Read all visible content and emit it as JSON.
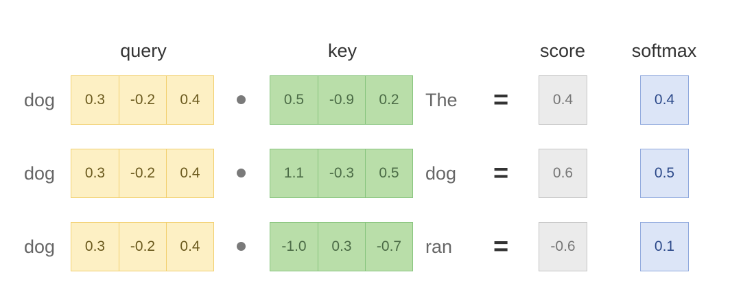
{
  "headers": {
    "query": "query",
    "key": "key",
    "score": "score",
    "softmax": "softmax"
  },
  "operators": {
    "dot": "•",
    "equals": "="
  },
  "colors": {
    "query_fill": "#fdf0c4",
    "query_border": "#f2cf6d",
    "key_fill": "#b9dea9",
    "key_border": "#87c47d",
    "score_fill": "#ebebeb",
    "softmax_fill": "#dce5f7",
    "softmax_border": "#8fa8dd"
  },
  "rows": [
    {
      "query_word": "dog",
      "query": [
        "0.3",
        "-0.2",
        "0.4"
      ],
      "key": [
        "0.5",
        "-0.9",
        "0.2"
      ],
      "key_word": "The",
      "score": "0.4",
      "softmax": "0.4"
    },
    {
      "query_word": "dog",
      "query": [
        "0.3",
        "-0.2",
        "0.4"
      ],
      "key": [
        "1.1",
        "-0.3",
        "0.5"
      ],
      "key_word": "dog",
      "score": "0.6",
      "softmax": "0.5"
    },
    {
      "query_word": "dog",
      "query": [
        "0.3",
        "-0.2",
        "0.4"
      ],
      "key": [
        "-1.0",
        "0.3",
        "-0.7"
      ],
      "key_word": "ran",
      "score": "-0.6",
      "softmax": "0.1"
    }
  ]
}
